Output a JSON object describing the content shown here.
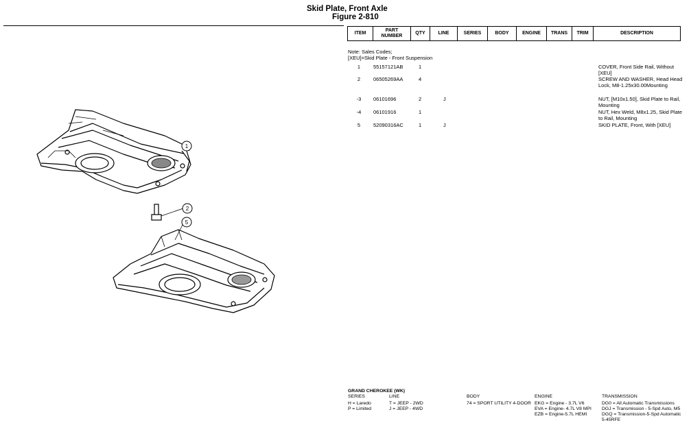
{
  "title_line1": "Skid Plate, Front Axle",
  "title_line2": "Figure 2-810",
  "table_headers": [
    "ITEM",
    "PART\nNUMBER",
    "QTY",
    "LINE",
    "SERIES",
    "BODY",
    "ENGINE",
    "TRANS",
    "TRIM",
    "DESCRIPTION"
  ],
  "note_line1": "Note: Sales Codes;",
  "note_line2": "[XEU]=Skid Plate - Front Suspension",
  "rows": [
    {
      "item": "1",
      "part": "55157121AB",
      "qty": "1",
      "line": "",
      "desc": "COVER, Front Side Rail, Without [XEU]"
    },
    {
      "item": "2",
      "part": "06505269AA",
      "qty": "4",
      "line": "",
      "desc": "SCREW AND WASHER, Head Head Lock, M8-1.25x30.00Mounting"
    },
    {
      "item": "-3",
      "part": "06101696",
      "qty": "2",
      "line": "J",
      "desc": "NUT, [M10x1.50], Skid Plate to Rail, Mounting"
    },
    {
      "item": "-4",
      "part": "06101916",
      "qty": "1",
      "line": "",
      "desc": "NUT, Hex Weld, M8x1.25, Skid Plate to Rail, Mounting"
    },
    {
      "item": "5",
      "part": "52090316AC",
      "qty": "1",
      "line": "J",
      "desc": "SKID PLATE, Front, With [XEU]"
    }
  ],
  "callouts": [
    "1",
    "2",
    "5"
  ],
  "legend": {
    "model": "GRAND CHEROKEE (WK)",
    "series_head": "SERIES",
    "series": [
      "H = Laredo",
      "P = Limited"
    ],
    "line_head": "LINE",
    "line": [
      "T = JEEP - 2WD",
      "J = JEEP - 4WD"
    ],
    "body_head": "BODY",
    "body": [
      "74 = SPORT UTILITY 4-DOOR"
    ],
    "engine_head": "ENGINE",
    "engine": [
      "EKG = Engine - 3.7L V6",
      "EVA = Engine- 4.7L V8 MPI",
      "EZB = Engine-5.7L HEMI"
    ],
    "trans_head": "TRANSMISSION",
    "trans": [
      "DG0 = All Automatic Transmissions",
      "DGJ = Transmission - 5-Spd Auto, M5",
      "DGQ = Transmission-5-Spd Automatic",
      "5-45RFE"
    ]
  }
}
